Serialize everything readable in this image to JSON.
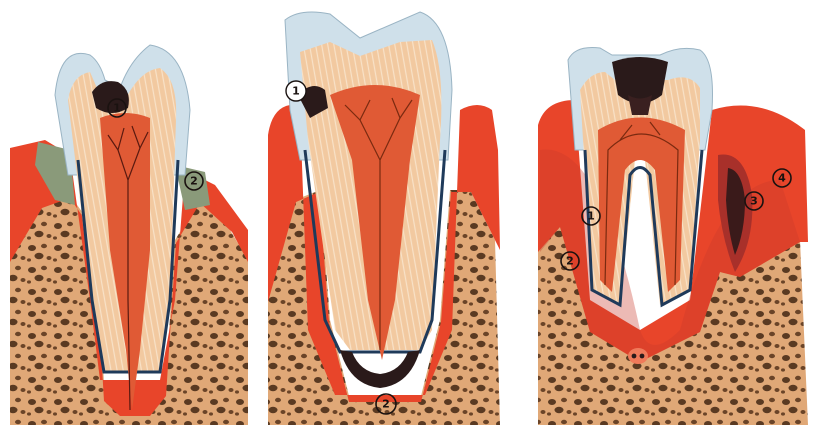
{
  "panels": [
    {
      "id": "left",
      "markers": [
        {
          "text": "1"
        },
        {
          "text": "2"
        }
      ]
    },
    {
      "id": "middle",
      "markers": [
        {
          "text": "1"
        },
        {
          "text": "2"
        }
      ]
    },
    {
      "id": "right",
      "markers": [
        {
          "text": "1"
        },
        {
          "text": "2"
        },
        {
          "text": "3"
        },
        {
          "text": "4"
        }
      ]
    }
  ],
  "colors": {
    "gum": "#e8452a",
    "bone": "#e0a877",
    "bone_pores": "#5a3a22",
    "enamel": "#cfe0ea",
    "dentin": "#f2c9a0",
    "pulp": "#e05a35",
    "caries": "#2a1a1a",
    "tartar": "#8a9a7a",
    "abscess": "#a8302a",
    "outline": "#1f3a5a"
  }
}
